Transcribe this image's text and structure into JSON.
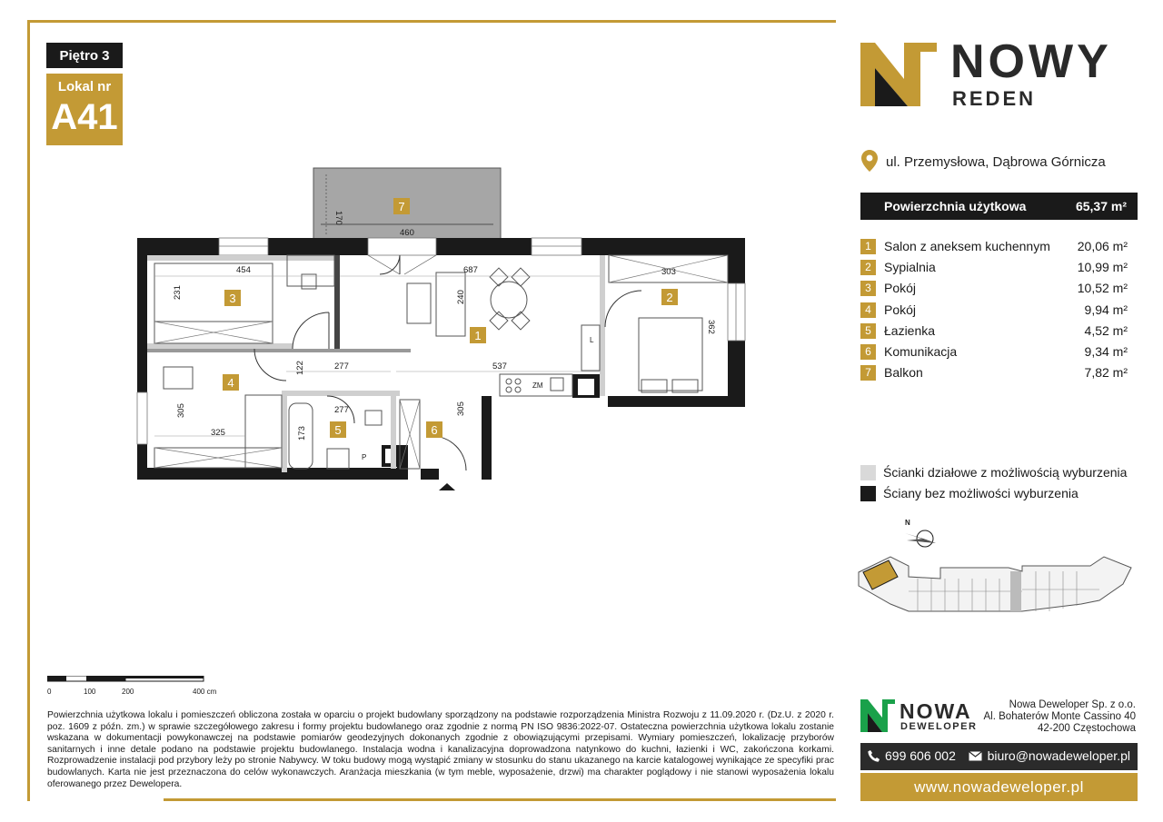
{
  "badges": {
    "floor": "Piętro 3",
    "unit_label": "Lokal nr",
    "unit_number": "A41"
  },
  "brand": {
    "name_line1": "NOWY",
    "name_line2": "REDEN",
    "accent_color": "#c39a35",
    "dark_color": "#1a1a1a"
  },
  "address": "ul. Przemysłowa, Dąbrowa Górnicza",
  "area": {
    "label": "Powierzchnia użytkowa",
    "value": "65,37 m²"
  },
  "rooms": [
    {
      "num": "1",
      "name": "Salon z aneksem kuchennym",
      "area": "20,06 m²"
    },
    {
      "num": "2",
      "name": "Sypialnia",
      "area": "10,99 m²"
    },
    {
      "num": "3",
      "name": "Pokój",
      "area": "10,52 m²"
    },
    {
      "num": "4",
      "name": "Pokój",
      "area": "9,94 m²"
    },
    {
      "num": "5",
      "name": "Łazienka",
      "area": "4,52 m²"
    },
    {
      "num": "6",
      "name": "Komunikacja",
      "area": "9,34 m²"
    },
    {
      "num": "7",
      "name": "Balkon",
      "area": "7,82 m²"
    }
  ],
  "legend": {
    "removable": "Ścianki działowe z możliwością wyburzenia",
    "fixed": "Ściany bez możliwości wyburzenia"
  },
  "plan": {
    "dims": {
      "balcony_w": "460",
      "balcony_h": "170",
      "r3_w": "454",
      "r3_h": "231",
      "living_w": "687",
      "living_h": "240",
      "bed_w": "303",
      "bed_h": "362",
      "hall_h": "122",
      "hall_w": "277",
      "kitchen_w": "537",
      "r4_h": "305",
      "r4_w": "325",
      "bath_w": "277",
      "bath_h": "173",
      "corr_h": "305"
    },
    "fixtures": {
      "fridge": "L",
      "microwave": "ZM",
      "washer": "P"
    }
  },
  "compass": "N",
  "scale": {
    "t0": "0",
    "t1": "100",
    "t2": "200",
    "t3": "400 cm"
  },
  "footnote": "Powierzchnia użytkowa lokalu i pomieszczeń obliczona została w oparciu o projekt budowlany sporządzony na podstawie rozporządzenia Ministra Rozwoju z 11.09.2020 r. (Dz.U. z 2020 r. poz. 1609 z późn. zm.) w sprawie szczegółowego zakresu i formy projektu budowlanego oraz zgodnie z normą PN ISO 9836:2022-07. Ostateczna powierzchnia użytkowa lokalu zostanie wskazana w dokumentacji powykonawczej na podstawie pomiarów geodezyjnych dokonanych zgodnie z obowiązującymi przepisami. Wymiary pomieszczeń, lokalizację przyborów sanitarnych i inne detale podano na podstawie projektu budowlanego. Instalacja wodna i kanalizacyjna doprowadzona natynkowo do kuchni, łazienki i WC, zakończona korkami. Rozprowadzenie instalacji pod przybory leży po stronie Nabywcy. W toku budowy mogą wystąpić zmiany w stosunku do stanu ukazanego na karcie katalogowej wynikające ze specyfiki prac budowlanych. Karta nie jest przeznaczona do celów wykonawczych. Aranżacja mieszkania (w tym meble, wyposażenie, drzwi) ma charakter poglądowy i nie stanowi wyposażenia lokalu oferowanego przez Dewelopera.",
  "developer": {
    "name_line1": "NOWA",
    "name_line2": "DEWELOPER",
    "company": "Nowa Deweloper Sp. z o.o.",
    "street": "Al. Bohaterów Monte Cassino 40",
    "city": "42-200 Częstochowa",
    "phone": "699 606 002",
    "email": "biuro@nowadeweloper.pl",
    "website": "www.nowadeweloper.pl"
  },
  "icons": {
    "pin": "location-pin-icon",
    "phone": "phone-icon",
    "mail": "envelope-icon",
    "compass": "compass-icon"
  }
}
